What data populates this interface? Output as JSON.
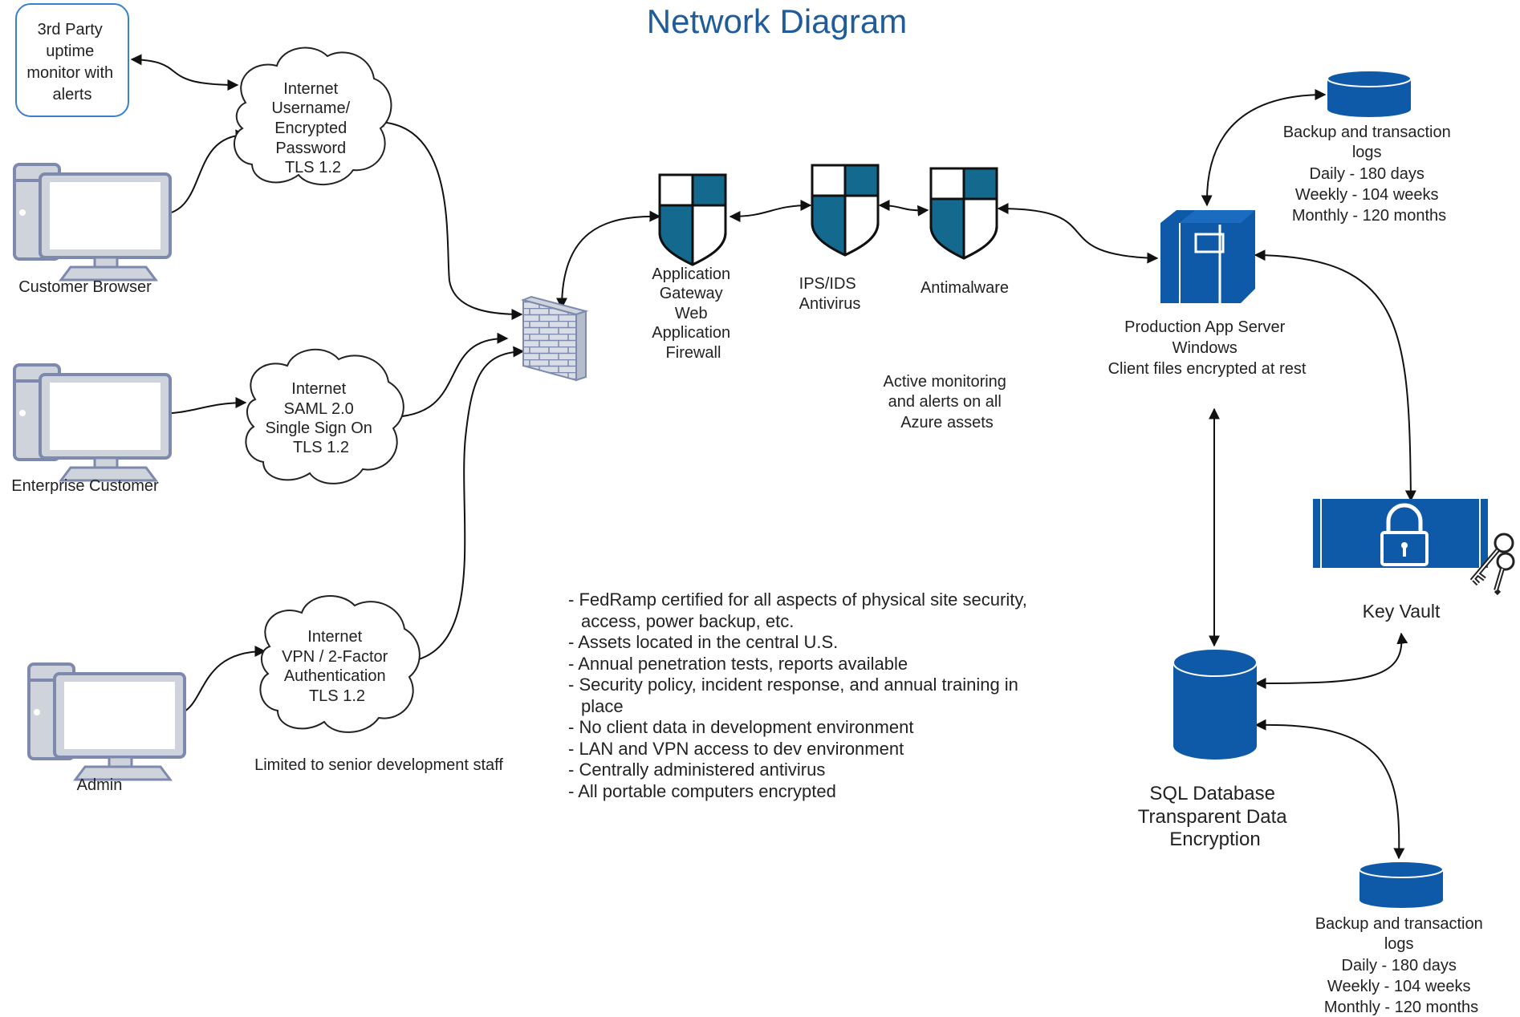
{
  "title": "Network Diagram",
  "uptime_monitor": {
    "lines": [
      "3rd Party",
      "uptime",
      "monitor with",
      "alerts"
    ]
  },
  "clouds": {
    "customer": {
      "lines": [
        "Internet",
        "Username/",
        "Encrypted",
        "Password",
        "TLS 1.2"
      ]
    },
    "enterprise": {
      "lines": [
        "Internet",
        "SAML 2.0",
        "Single Sign On",
        "TLS 1.2"
      ]
    },
    "admin": {
      "lines": [
        "Internet",
        "VPN / 2-Factor",
        "Authentication",
        "TLS 1.2"
      ]
    }
  },
  "clients": {
    "customer_browser": "Customer Browser",
    "enterprise_customer": "Enterprise Customer",
    "admin": "Admin"
  },
  "admin_note": "Limited to senior development staff",
  "security": {
    "app_gateway": {
      "lines": [
        "Application",
        "Gateway",
        "Web",
        "Application",
        "Firewall"
      ]
    },
    "ips_ids": {
      "lines": [
        "IPS/IDS",
        "Antivirus"
      ]
    },
    "antimalware": {
      "lines": [
        "Antimalware"
      ]
    }
  },
  "monitoring_note": {
    "lines": [
      "Active monitoring",
      "and alerts on all",
      "Azure assets"
    ]
  },
  "app_server": {
    "lines": [
      "Production App Server",
      "Windows",
      "Client files encrypted at rest"
    ]
  },
  "backup_top": {
    "lines": [
      "Backup and transaction",
      "logs",
      "Daily - 180 days",
      "Weekly - 104 weeks",
      "Monthly - 120 months"
    ]
  },
  "key_vault": "Key Vault",
  "sql_database": {
    "lines": [
      "SQL Database",
      "Transparent Data",
      "Encryption"
    ]
  },
  "backup_bottom": {
    "lines": [
      "Backup and transaction",
      "logs",
      "Daily - 180 days",
      "Weekly - 104 weeks",
      "Monthly - 120 months"
    ]
  },
  "notes": [
    "- FedRamp certified for all aspects of physical site security, access, power backup, etc.",
    "- Assets located in the central U.S.",
    "- Annual penetration tests, reports available",
    "- Security policy, incident response, and annual training in place",
    "- No client data in development environment",
    "- LAN and VPN access to dev environment",
    "- Centrally administered antivirus",
    "- All portable computers encrypted"
  ],
  "colors": {
    "title": "#1f5c99",
    "azure_blue": "#0f5aa8",
    "shield_teal": "#136a8e",
    "monitor_fill": "#cfd3dc",
    "monitor_stroke": "#7d89ad"
  }
}
